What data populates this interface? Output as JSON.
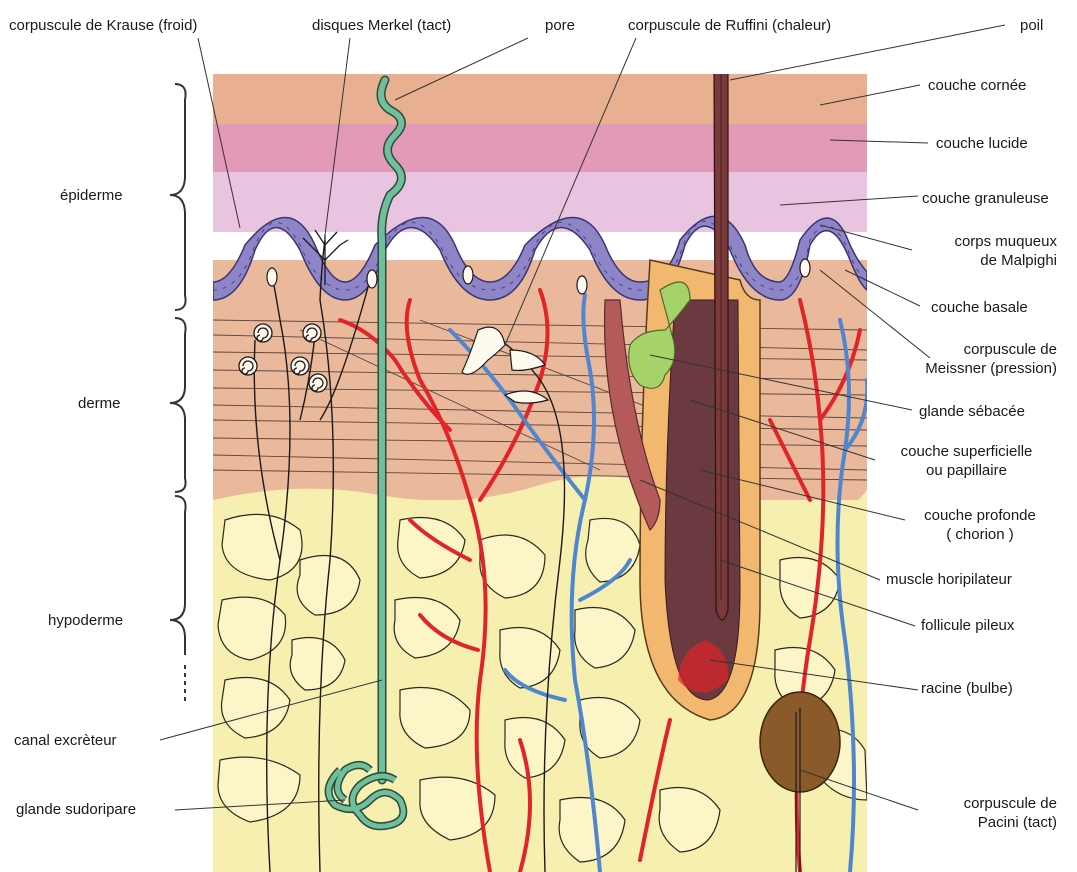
{
  "labels": {
    "krause": "corpuscule de Krause (froid)",
    "merkel": "disques Merkel (tact)",
    "pore": "pore",
    "ruffini": "corpuscule de Ruffini (chaleur)",
    "poil": "poil",
    "couche_cornee": "couche cornée",
    "couche_lucide": "couche lucide",
    "couche_granuleuse": "couche granuleuse",
    "corps_muqueux_1": "corps muqueux",
    "corps_muqueux_2": "de Malpighi",
    "couche_basale": "couche basale",
    "meissner_1": "corpuscule de",
    "meissner_2": "Meissner (pression)",
    "glande_sebacee": "glande sébacée",
    "couche_superficielle_1": "couche superficielle",
    "couche_superficielle_2": "ou papillaire",
    "couche_profonde_1": "couche profonde",
    "couche_profonde_2": "( chorion )",
    "muscle": "muscle horipilateur",
    "follicule": "follicule pileux",
    "racine": "racine (bulbe)",
    "pacini_1": "corpuscule de",
    "pacini_2": "Pacini (tact)",
    "epiderme": "épiderme",
    "derme": "derme",
    "hypoderme": "hypoderme",
    "canal": "canal excrèteur",
    "glande_sudoripare": "glande sudoripare"
  },
  "colors": {
    "cornee": "#e8b090",
    "lucide": "#e39ab8",
    "granuleuse": "#e8c4e0",
    "dermis": "#eab89a",
    "hypodermis": "#f6efb0",
    "basal": "#8e84c8",
    "artery": "#e0242a",
    "vein": "#4f86d0",
    "sweat": "#6fbf9c",
    "sebaceous": "#a6d26a",
    "follicle": "#f2b870",
    "hair": "#7a3a3a",
    "muscle": "#b45a5a",
    "pacini": "#8a5a2a"
  }
}
